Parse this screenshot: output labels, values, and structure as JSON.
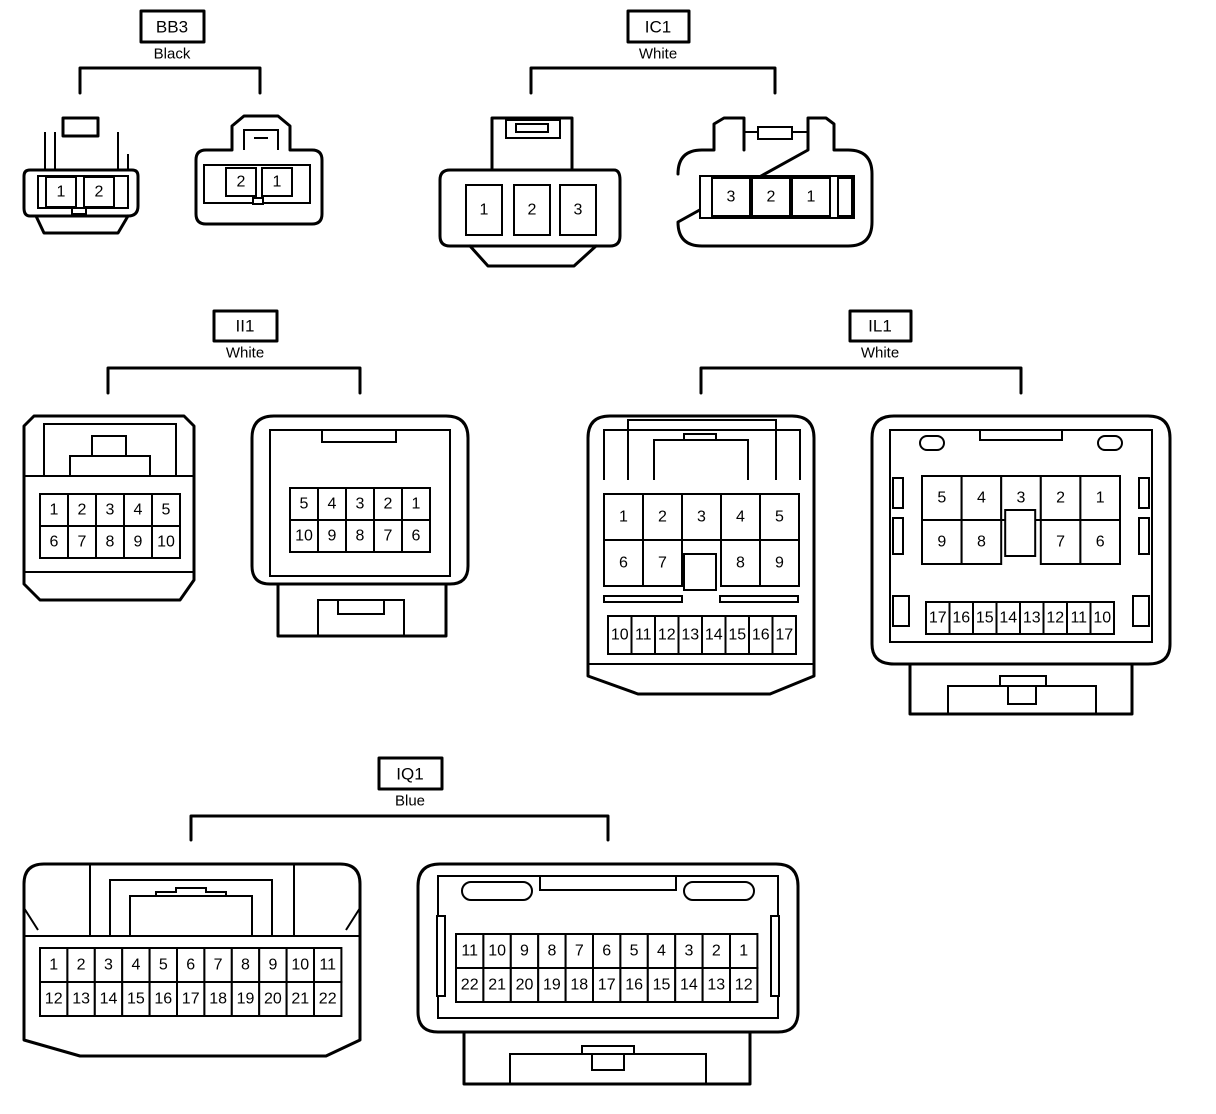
{
  "connectors": [
    {
      "id": "BB3",
      "color": "Black",
      "left_pins": [
        "1",
        "2"
      ],
      "right_pins": [
        "2",
        "1"
      ]
    },
    {
      "id": "IC1",
      "color": "White",
      "left_pins": [
        "1",
        "2",
        "3"
      ],
      "right_pins": [
        "3",
        "2",
        "1"
      ]
    },
    {
      "id": "II1",
      "color": "White",
      "left_pins": [
        [
          "1",
          "2",
          "3",
          "4",
          "5"
        ],
        [
          "6",
          "7",
          "8",
          "9",
          "10"
        ]
      ],
      "right_pins": [
        [
          "5",
          "4",
          "3",
          "2",
          "1"
        ],
        [
          "10",
          "9",
          "8",
          "7",
          "6"
        ]
      ]
    },
    {
      "id": "IL1",
      "color": "White",
      "left_pins": [
        [
          "1",
          "2",
          "3",
          "4",
          "5"
        ],
        [
          "6",
          "7",
          "",
          "8",
          "9"
        ],
        [
          "10",
          "11",
          "12",
          "13",
          "14",
          "15",
          "16",
          "17"
        ]
      ],
      "right_pins": [
        [
          "5",
          "4",
          "3",
          "2",
          "1"
        ],
        [
          "9",
          "8",
          "",
          "7",
          "6"
        ],
        [
          "17",
          "16",
          "15",
          "14",
          "13",
          "12",
          "11",
          "10"
        ]
      ]
    },
    {
      "id": "IQ1",
      "color": "Blue",
      "left_pins": [
        [
          "1",
          "2",
          "3",
          "4",
          "5",
          "6",
          "7",
          "8",
          "9",
          "10",
          "11"
        ],
        [
          "12",
          "13",
          "14",
          "15",
          "16",
          "17",
          "18",
          "19",
          "20",
          "21",
          "22"
        ]
      ],
      "right_pins": [
        [
          "11",
          "10",
          "9",
          "8",
          "7",
          "6",
          "5",
          "4",
          "3",
          "2",
          "1"
        ],
        [
          "22",
          "21",
          "20",
          "19",
          "18",
          "17",
          "16",
          "15",
          "14",
          "13",
          "12"
        ]
      ]
    }
  ]
}
